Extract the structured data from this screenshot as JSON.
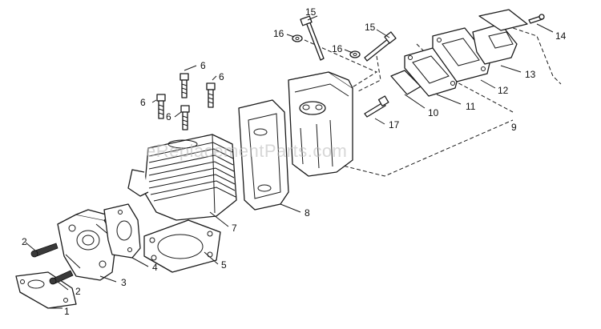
{
  "watermark": "eReplacementParts.com",
  "callouts": {
    "c1": "1",
    "c2a": "2",
    "c2b": "2",
    "c3": "3",
    "c4": "4",
    "c5": "5",
    "c6a": "6",
    "c6b": "6",
    "c6c": "6",
    "c6d": "6",
    "c7": "7",
    "c8": "8",
    "c9": "9",
    "c10": "10",
    "c11": "11",
    "c12": "12",
    "c13": "13",
    "c14": "14",
    "c15a": "15",
    "c15b": "15",
    "c16a": "16",
    "c16b": "16",
    "c17": "17"
  }
}
